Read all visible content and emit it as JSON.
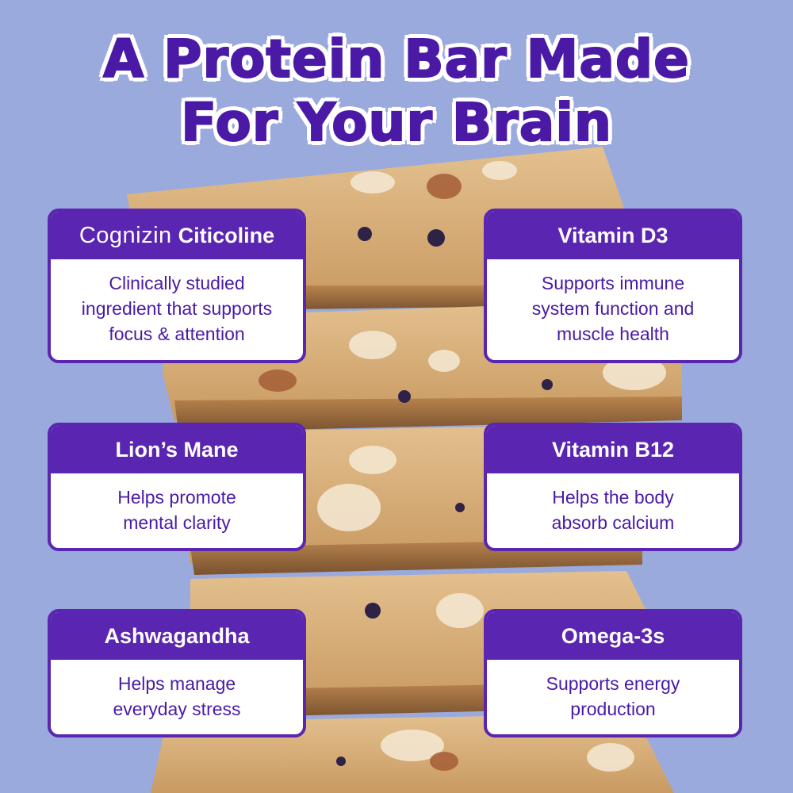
{
  "headline": {
    "line1": "A Protein Bar Made",
    "line2": "For Your Brain"
  },
  "colors": {
    "background": "#9aaadc",
    "accent_purple": "#5a25b0",
    "text_purple": "#4a1aa6",
    "bar_tan": "#d9b27e"
  },
  "cards": {
    "citicoline": {
      "brand": "Cognizin",
      "title": "Citicoline",
      "lines": [
        "Clinically studied",
        "ingredient that supports",
        "focus & attention"
      ]
    },
    "d3": {
      "title": "Vitamin D3",
      "lines": [
        "Supports immune",
        "system function and",
        "muscle health"
      ]
    },
    "lions": {
      "title": "Lion’s Mane",
      "lines": [
        "Helps promote",
        "mental clarity"
      ]
    },
    "b12": {
      "title": "Vitamin B12",
      "lines": [
        "Helps the body",
        "absorb calcium"
      ]
    },
    "ashwa": {
      "title": "Ashwagandha",
      "lines": [
        "Helps manage",
        "everyday stress"
      ]
    },
    "omega": {
      "title": "Omega-3s",
      "lines": [
        "Supports energy",
        "production"
      ]
    }
  }
}
